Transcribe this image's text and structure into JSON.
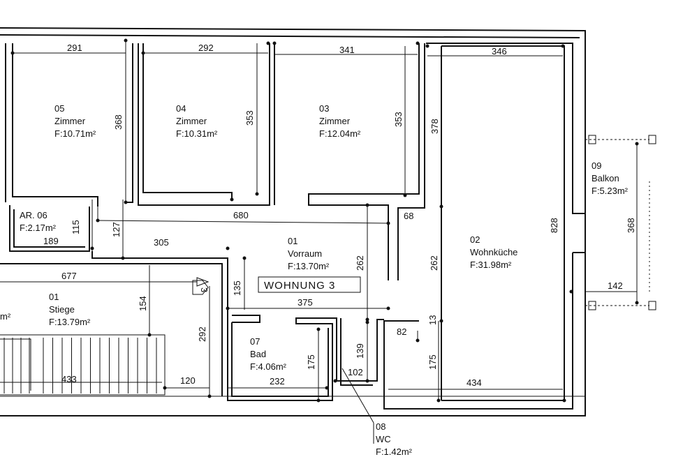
{
  "rooms": [
    {
      "num": "05",
      "name": "Zimmer",
      "area": "F:10.71m²"
    },
    {
      "num": "04",
      "name": "Zimmer",
      "area": "F:10.31m²"
    },
    {
      "num": "03",
      "name": "Zimmer",
      "area": "F:12.04m²"
    },
    {
      "num": "09",
      "name": "Balkon",
      "area": "F:5.23m²"
    },
    {
      "num": "AR. 06",
      "name": "",
      "area": "F:2.17m²"
    },
    {
      "num": "01",
      "name": "Vorraum",
      "area": "F:13.70m²"
    },
    {
      "num": "02",
      "name": "Wohnküche",
      "area": "F:31.98m²"
    },
    {
      "num": "01",
      "name": "Stiege",
      "area": "F:13.79m²"
    },
    {
      "num": "07",
      "name": "Bad",
      "area": "F:4.06m²"
    },
    {
      "num": "08",
      "name": "WC",
      "area": "F:1.42m²"
    }
  ],
  "apartment_label": "WOHNUNG 3",
  "stair_arrow_label": "3",
  "partial_edge_label": "m²",
  "dimensions": {
    "d291": "291",
    "d292": "292",
    "d341": "341",
    "d346": "346",
    "d368a": "368",
    "d353a": "353",
    "d353b": "353",
    "d378": "378",
    "d828": "828",
    "d368b": "368",
    "d115": "115",
    "d127": "127",
    "d189": "189",
    "d680": "680",
    "d68": "68",
    "d305": "305",
    "d677": "677",
    "d135": "135",
    "d262a": "262",
    "d262b": "262",
    "d154": "154",
    "d375": "375",
    "d142": "142",
    "d13": "13",
    "d82": "82",
    "d292b": "292",
    "d175a": "175",
    "d175b": "175",
    "d139": "139",
    "d102": "102",
    "d232": "232",
    "d433": "433",
    "d120": "120",
    "d434": "434"
  }
}
